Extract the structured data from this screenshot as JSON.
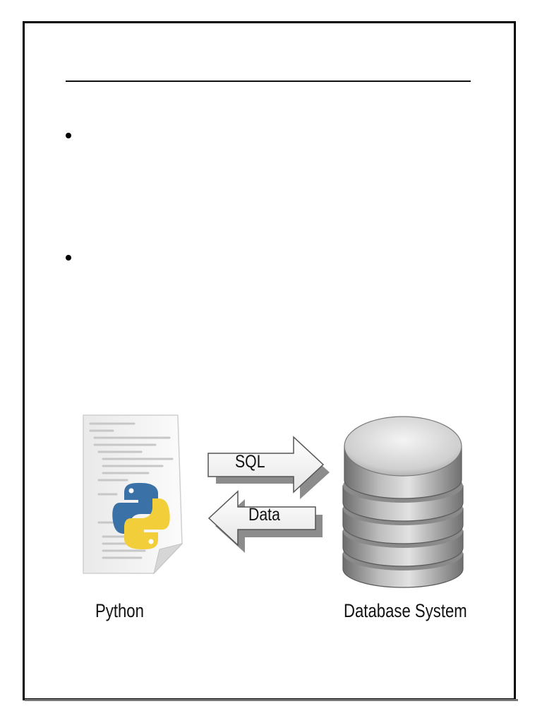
{
  "page": {
    "bullets": [
      "",
      ""
    ]
  },
  "diagram": {
    "left_label": "Python",
    "right_label": "Database System",
    "arrow_right_label": "SQL",
    "arrow_left_label": "Data",
    "icons": [
      "python-file-icon",
      "database-icon",
      "right-arrow-icon",
      "left-arrow-icon"
    ]
  },
  "colors": {
    "python_blue": "#3a72a8",
    "python_yellow": "#f2cf3a",
    "database_gray": "#8a8a8a"
  }
}
